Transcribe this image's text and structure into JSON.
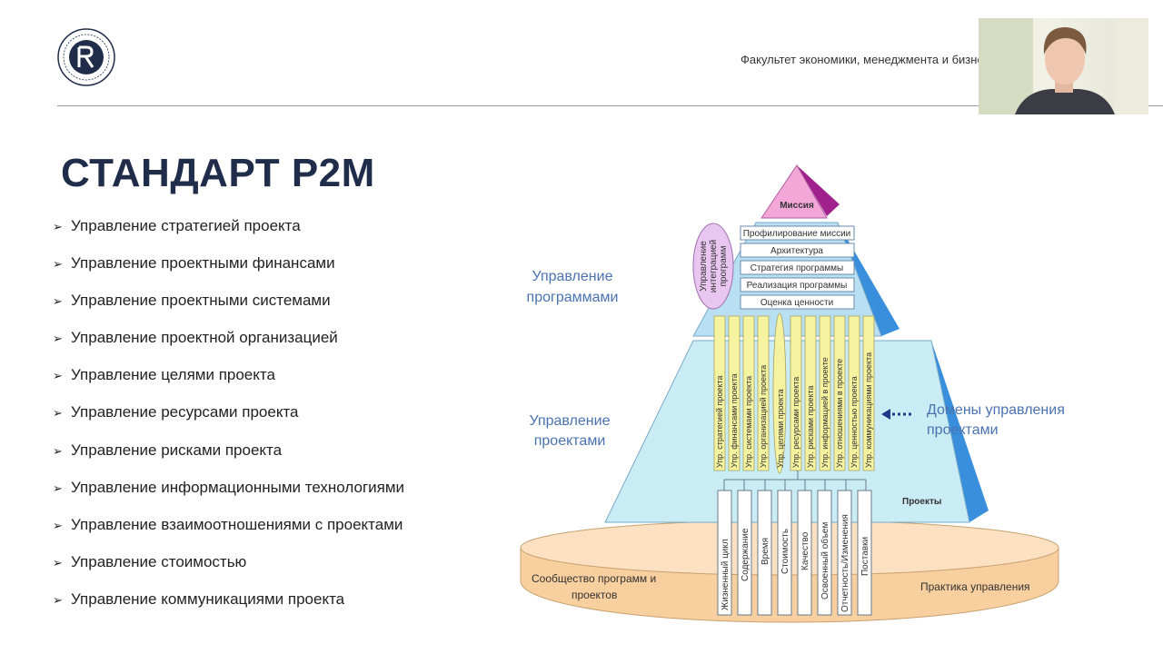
{
  "header": {
    "faculty": "Факультет экономики, менеджмента и бизнес-информатики"
  },
  "slide": {
    "title": "СТАНДАРТ P2M",
    "bullets": [
      "Управление стратегией проекта",
      "Управление проектными финансами",
      "Управление проектными системами",
      "Управление проектной организацией",
      "Управление целями проекта",
      "Управление ресурсами проекта",
      "Управление рисками проекта",
      "Управление информационными технологиями",
      "Управление взаимоотношениями с проектами",
      "Управление стоимостью",
      "Управление коммуникациями проекта"
    ],
    "bullet_marker": "➢"
  },
  "diagram": {
    "mission": "Миссия",
    "integration": [
      "Управление",
      "интеграцией",
      "программ"
    ],
    "program_steps": [
      "Профилирование миссии",
      "Архитектура",
      "Стратегия программы",
      "Реализация программы",
      "Оценка ценности"
    ],
    "program_management": [
      "Управление",
      "программами"
    ],
    "project_management": [
      "Управление",
      "проектами"
    ],
    "domains_label": [
      "Домены управления",
      "проектами"
    ],
    "domains": [
      "Упр. стратегией проекта",
      "Упр. финансами проекта",
      "Упр. системами проекта",
      "Упр. организацией проекта",
      "Упр. целями проекта",
      "Упр. ресурсами проекта",
      "Упр. рисками проекта",
      "Упр. информацией в проекте",
      "Упр. отношениями в проекте",
      "Упр. ценностью проекта",
      "Упр. коммуникациями проекта"
    ],
    "projects_label": "Проекты",
    "foundation": [
      "Жизненный цикл",
      "Содержание",
      "Время",
      "Стоимость",
      "Качество",
      "Освоенный объем",
      "Отчетность/Изменения",
      "Поставки"
    ],
    "community": [
      "Сообщество программ и",
      "проектов"
    ],
    "practice": "Практика управления"
  },
  "colors": {
    "title": "#1f2d4a",
    "mission_fill": "#f2a7d8",
    "upper_pyramid": "#b8e0f2",
    "lower_pyramid": "#c9ecf5",
    "side_blue": "#3a8fdc",
    "domain_bar": "#f6f3a0",
    "base_orange": "#f8cf9e",
    "diagram_label": "#4a72b0"
  }
}
